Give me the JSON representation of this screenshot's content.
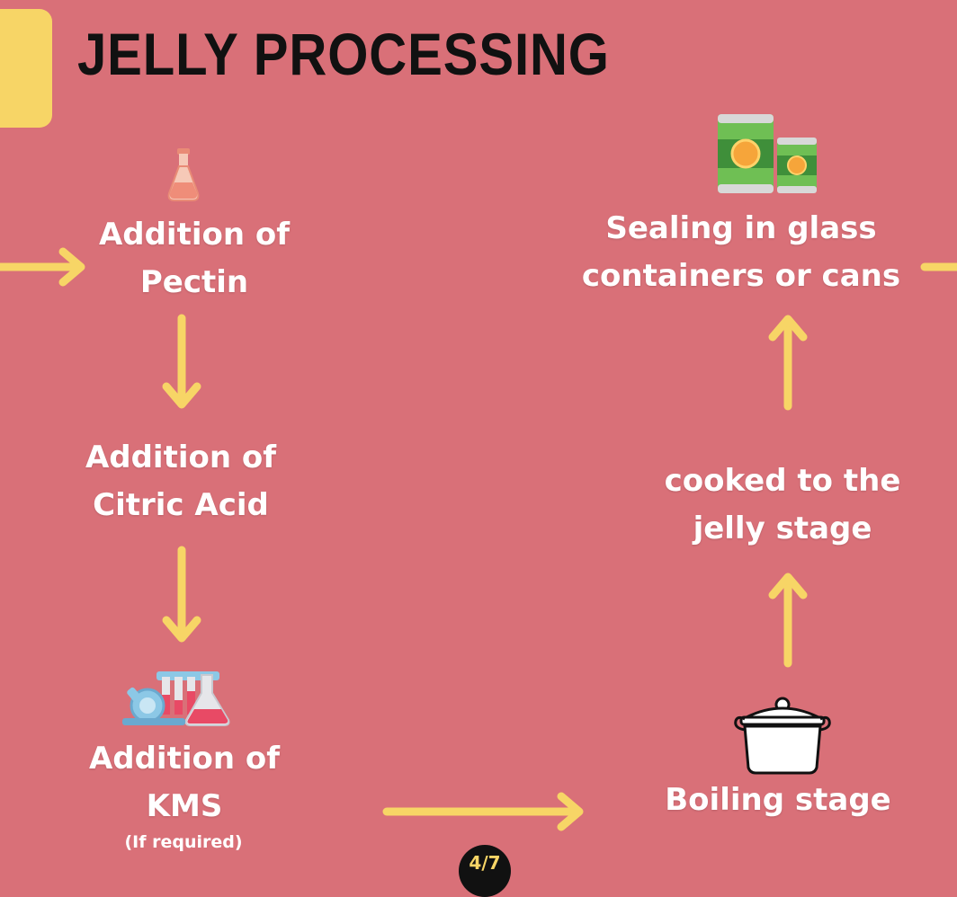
{
  "title": "JELLY PROCESSING",
  "steps": {
    "pectin": {
      "line1": "Addition of",
      "line2": "Pectin"
    },
    "citric": {
      "line1": "Addition of",
      "line2": "Citric Acid"
    },
    "kms": {
      "line1": "Addition of",
      "line2": "KMS",
      "note": "(If required)"
    },
    "boiling": {
      "line1": "Boiling stage"
    },
    "cooked": {
      "line1": "cooked to the",
      "line2": "jelly stage"
    },
    "sealing": {
      "line1": "Sealing in glass",
      "line2": "containers or cans"
    }
  },
  "icons": {
    "pectin": "flask-icon",
    "kms": "lab-glassware-icon",
    "boiling": "cooking-pot-icon",
    "sealing": "cans-icon"
  },
  "page_indicator": "4/7",
  "colors": {
    "background": "#d97078",
    "accent": "#f7d566",
    "text": "#ffffff",
    "title": "#111111"
  }
}
